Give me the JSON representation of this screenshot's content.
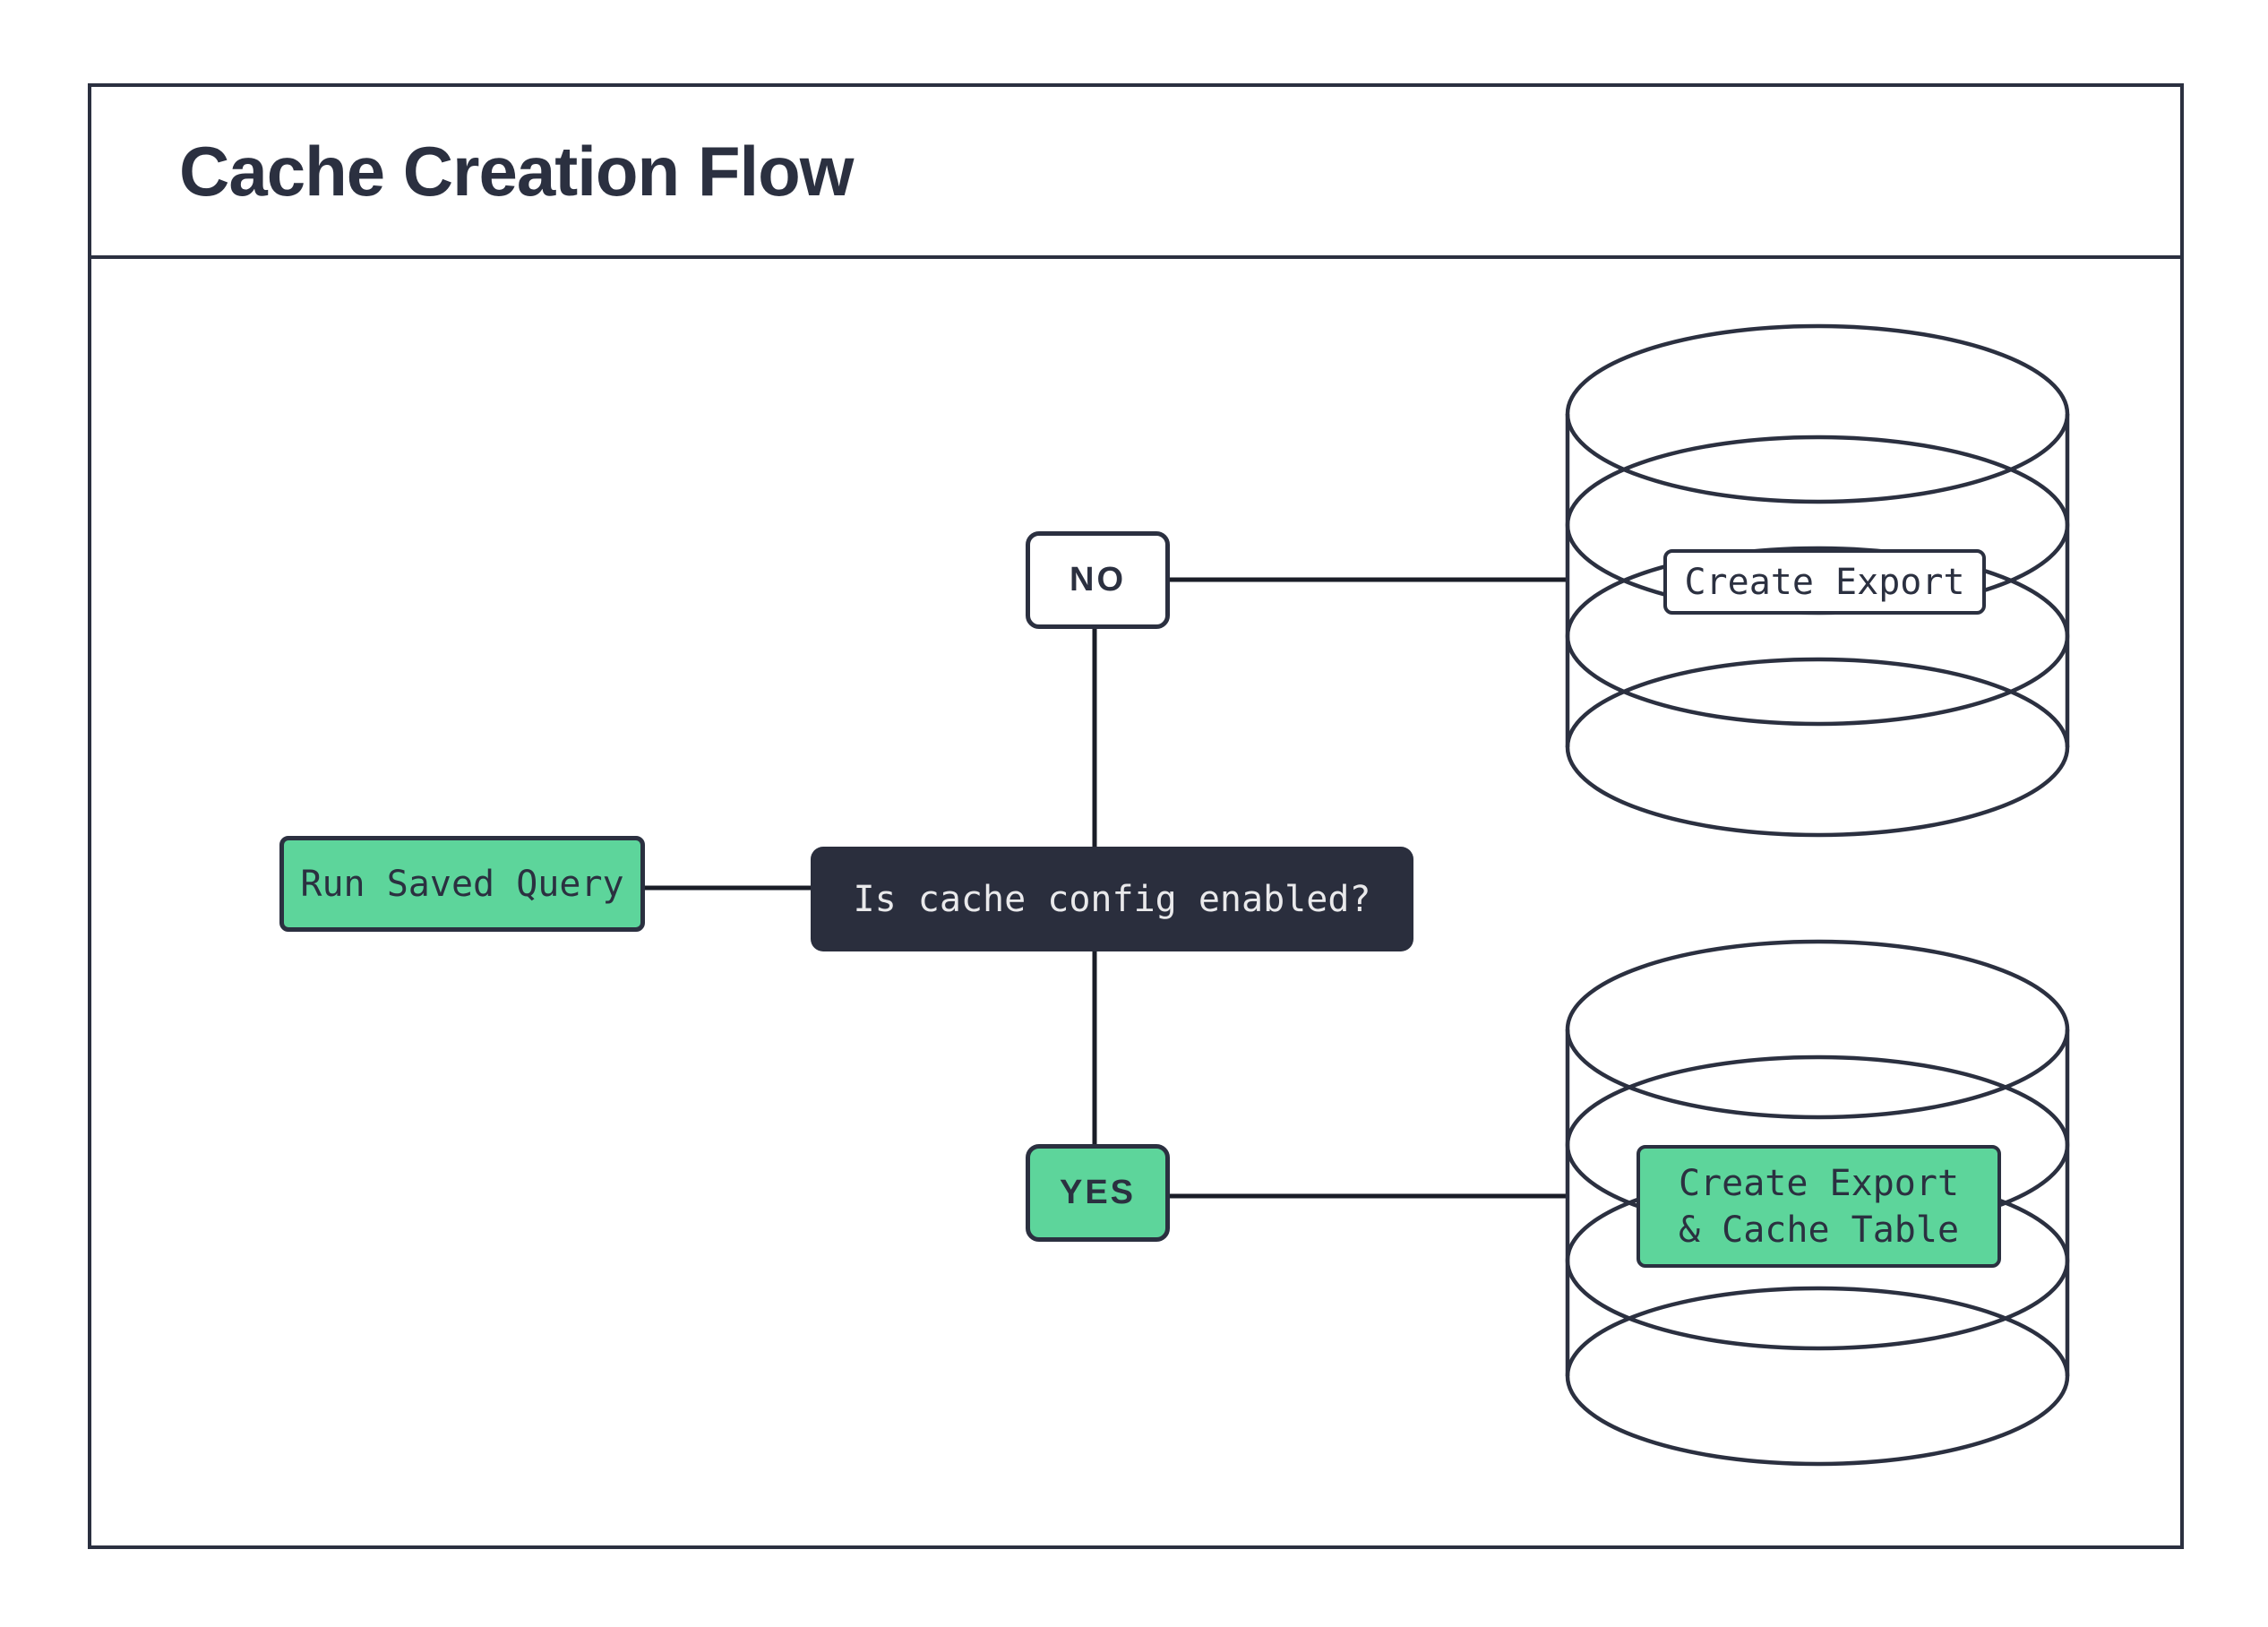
{
  "page": {
    "title": "Cache Creation Flow"
  },
  "colors": {
    "ink": "#2b3040",
    "dark_fill": "#2a2e3d",
    "green": "#5dd59b",
    "connector_line": "#1a1d27",
    "light_text": "#e9e9eb",
    "background": "#ffffff"
  },
  "nodes": {
    "start": {
      "label": "Run Saved Query"
    },
    "decision": {
      "label": "Is cache config enabled?"
    },
    "branch_no": {
      "label": "NO"
    },
    "branch_yes": {
      "label": "YES"
    },
    "db_no": {
      "label": "Create Export"
    },
    "db_yes": {
      "label_line1": "Create Export",
      "label_line2": "& Cache Table"
    }
  }
}
